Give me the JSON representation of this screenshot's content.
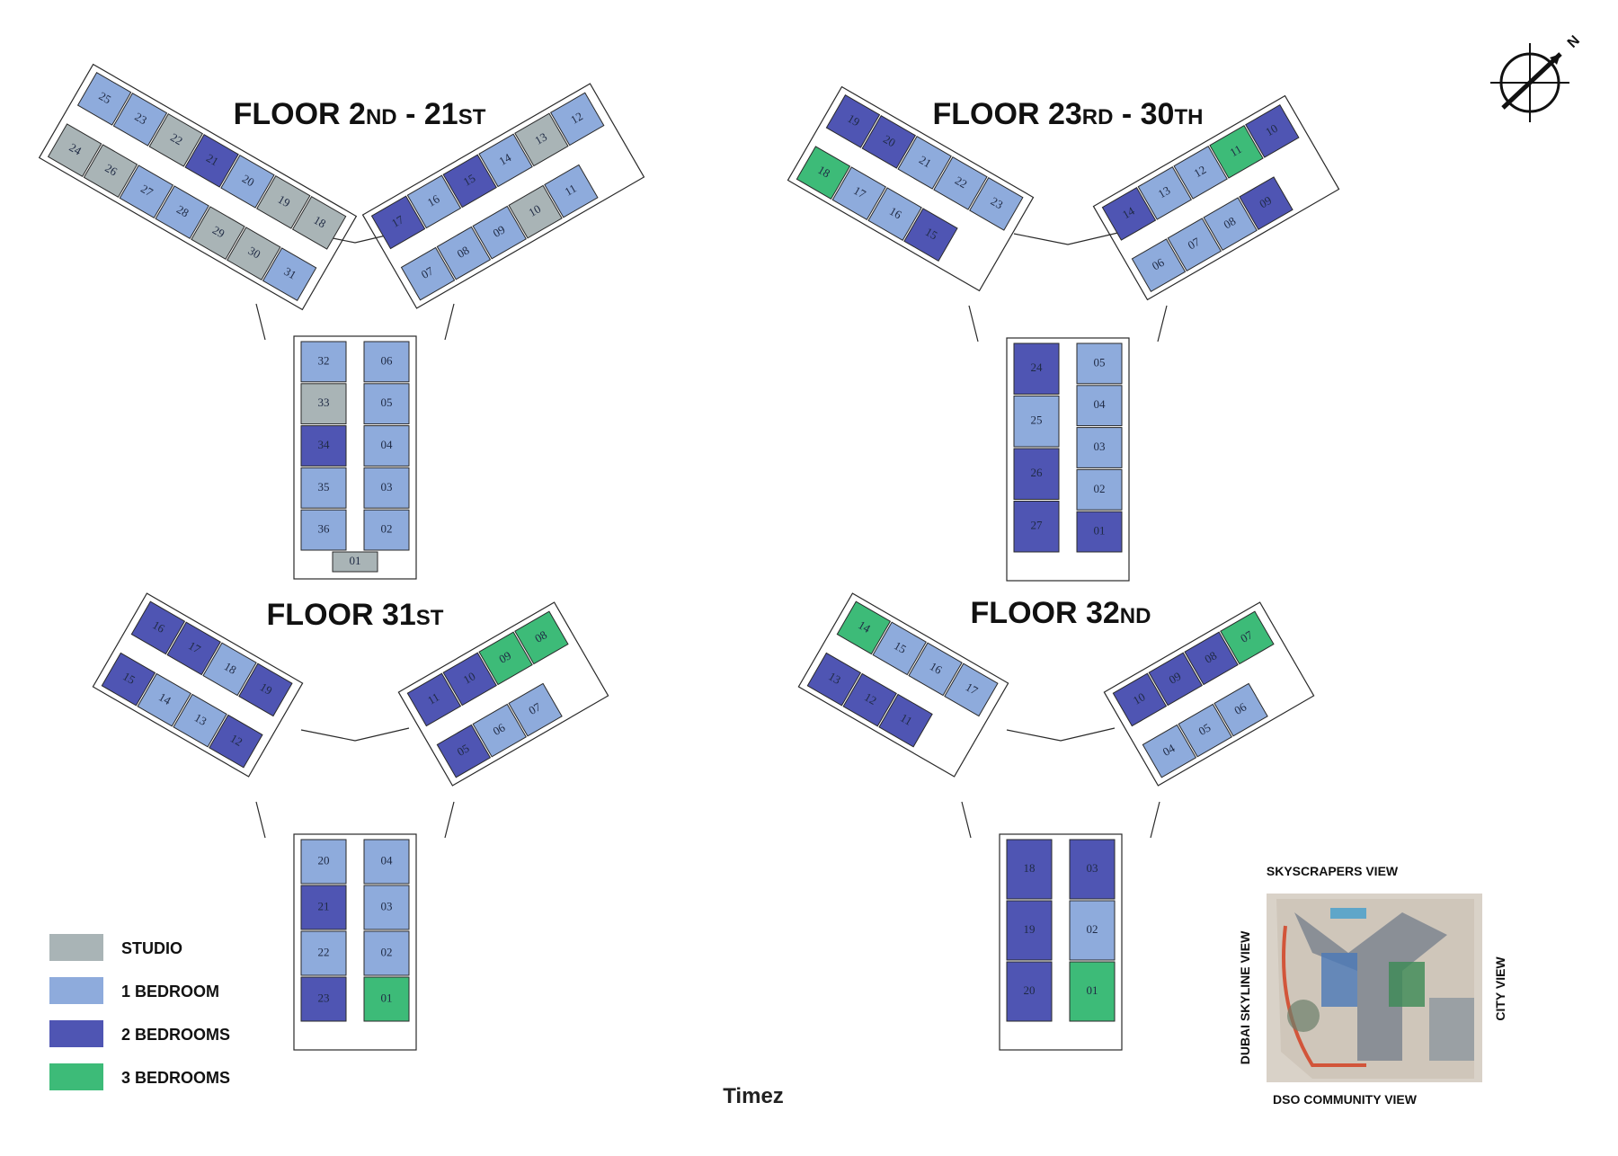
{
  "colors": {
    "studio": "#a9b4b6",
    "one_bedroom": "#8eabdc",
    "two_bedrooms": "#4f55b3",
    "three_bedrooms": "#3dbb78",
    "outline": "#2a2a2a"
  },
  "compass_icon": "north-arrow-icon",
  "compass_letter": "N",
  "legend": [
    {
      "label": "STUDIO",
      "type": "studio"
    },
    {
      "label": "1 BEDROOM",
      "type": "one_bedroom"
    },
    {
      "label": "2 BEDROOMS",
      "type": "two_bedrooms"
    },
    {
      "label": "3 BEDROOMS",
      "type": "three_bedrooms"
    }
  ],
  "caption": "Timez",
  "site_plan": {
    "top_label": "SKYSCRAPERS VIEW",
    "left_label": "DUBAI SKYLINE VIEW",
    "right_label": "CITY VIEW",
    "bottom_label": "DSO COMMUNITY VIEW"
  },
  "floors": [
    {
      "id": "f2_21",
      "title": "FLOOR 2",
      "title_sup": "ND",
      "title_mid": " - 21",
      "title_sup2": "ST",
      "left_wing": [
        {
          "n": "25",
          "t": "one_bedroom"
        },
        {
          "n": "24",
          "t": "studio"
        },
        {
          "n": "23",
          "t": "one_bedroom"
        },
        {
          "n": "26",
          "t": "studio"
        },
        {
          "n": "22",
          "t": "studio"
        },
        {
          "n": "27",
          "t": "one_bedroom"
        },
        {
          "n": "21",
          "t": "two_bedrooms"
        },
        {
          "n": "28",
          "t": "one_bedroom"
        },
        {
          "n": "20",
          "t": "one_bedroom"
        },
        {
          "n": "29",
          "t": "studio"
        },
        {
          "n": "19",
          "t": "studio"
        },
        {
          "n": "30",
          "t": "studio"
        },
        {
          "n": "18",
          "t": "studio"
        },
        {
          "n": "31",
          "t": "one_bedroom"
        }
      ],
      "right_wing": [
        {
          "n": "17",
          "t": "two_bedrooms"
        },
        {
          "n": "07",
          "t": "one_bedroom"
        },
        {
          "n": "16",
          "t": "one_bedroom"
        },
        {
          "n": "08",
          "t": "one_bedroom"
        },
        {
          "n": "15",
          "t": "two_bedrooms"
        },
        {
          "n": "09",
          "t": "one_bedroom"
        },
        {
          "n": "14",
          "t": "one_bedroom"
        },
        {
          "n": "10",
          "t": "studio"
        },
        {
          "n": "13",
          "t": "studio"
        },
        {
          "n": "11",
          "t": "one_bedroom"
        },
        {
          "n": "12",
          "t": "one_bedroom"
        }
      ],
      "stem_left": [
        {
          "n": "32",
          "t": "one_bedroom"
        },
        {
          "n": "33",
          "t": "studio"
        },
        {
          "n": "34",
          "t": "two_bedrooms"
        },
        {
          "n": "35",
          "t": "one_bedroom"
        },
        {
          "n": "36",
          "t": "one_bedroom"
        }
      ],
      "stem_right": [
        {
          "n": "06",
          "t": "one_bedroom"
        },
        {
          "n": "05",
          "t": "one_bedroom"
        },
        {
          "n": "04",
          "t": "one_bedroom"
        },
        {
          "n": "03",
          "t": "one_bedroom"
        },
        {
          "n": "02",
          "t": "one_bedroom"
        }
      ],
      "stem_bottom": [
        {
          "n": "01",
          "t": "studio"
        }
      ]
    },
    {
      "id": "f23_30",
      "title": "FLOOR 23",
      "title_sup": "RD",
      "title_mid": " - 30",
      "title_sup2": "TH",
      "left_wing": [
        {
          "n": "19",
          "t": "two_bedrooms"
        },
        {
          "n": "18",
          "t": "three_bedrooms"
        },
        {
          "n": "20",
          "t": "two_bedrooms"
        },
        {
          "n": "17",
          "t": "one_bedroom"
        },
        {
          "n": "21",
          "t": "one_bedroom"
        },
        {
          "n": "16",
          "t": "one_bedroom"
        },
        {
          "n": "22",
          "t": "one_bedroom"
        },
        {
          "n": "15",
          "t": "two_bedrooms"
        },
        {
          "n": "23",
          "t": "one_bedroom"
        }
      ],
      "right_wing": [
        {
          "n": "14",
          "t": "two_bedrooms"
        },
        {
          "n": "06",
          "t": "one_bedroom"
        },
        {
          "n": "13",
          "t": "one_bedroom"
        },
        {
          "n": "07",
          "t": "one_bedroom"
        },
        {
          "n": "12",
          "t": "one_bedroom"
        },
        {
          "n": "08",
          "t": "one_bedroom"
        },
        {
          "n": "11",
          "t": "three_bedrooms"
        },
        {
          "n": "09",
          "t": "two_bedrooms"
        },
        {
          "n": "10",
          "t": "two_bedrooms"
        }
      ],
      "stem_left": [
        {
          "n": "24",
          "t": "two_bedrooms"
        },
        {
          "n": "25",
          "t": "one_bedroom"
        },
        {
          "n": "26",
          "t": "two_bedrooms"
        },
        {
          "n": "27",
          "t": "two_bedrooms"
        }
      ],
      "stem_right": [
        {
          "n": "05",
          "t": "one_bedroom"
        },
        {
          "n": "04",
          "t": "one_bedroom"
        },
        {
          "n": "03",
          "t": "one_bedroom"
        },
        {
          "n": "02",
          "t": "one_bedroom"
        },
        {
          "n": "01",
          "t": "two_bedrooms"
        }
      ],
      "stem_bottom": []
    },
    {
      "id": "f31",
      "title": "FLOOR 31",
      "title_sup": "ST",
      "title_mid": "",
      "title_sup2": "",
      "left_wing": [
        {
          "n": "16",
          "t": "two_bedrooms"
        },
        {
          "n": "15",
          "t": "two_bedrooms"
        },
        {
          "n": "17",
          "t": "two_bedrooms"
        },
        {
          "n": "14",
          "t": "one_bedroom"
        },
        {
          "n": "18",
          "t": "one_bedroom"
        },
        {
          "n": "13",
          "t": "one_bedroom"
        },
        {
          "n": "19",
          "t": "two_bedrooms"
        },
        {
          "n": "12",
          "t": "two_bedrooms"
        }
      ],
      "right_wing": [
        {
          "n": "11",
          "t": "two_bedrooms"
        },
        {
          "n": "05",
          "t": "two_bedrooms"
        },
        {
          "n": "10",
          "t": "two_bedrooms"
        },
        {
          "n": "06",
          "t": "one_bedroom"
        },
        {
          "n": "09",
          "t": "three_bedrooms"
        },
        {
          "n": "07",
          "t": "one_bedroom"
        },
        {
          "n": "08",
          "t": "three_bedrooms"
        }
      ],
      "stem_left": [
        {
          "n": "20",
          "t": "one_bedroom"
        },
        {
          "n": "21",
          "t": "two_bedrooms"
        },
        {
          "n": "22",
          "t": "one_bedroom"
        },
        {
          "n": "23",
          "t": "two_bedrooms"
        }
      ],
      "stem_right": [
        {
          "n": "04",
          "t": "one_bedroom"
        },
        {
          "n": "03",
          "t": "one_bedroom"
        },
        {
          "n": "02",
          "t": "one_bedroom"
        },
        {
          "n": "01",
          "t": "three_bedrooms"
        }
      ],
      "stem_bottom": []
    },
    {
      "id": "f32",
      "title": "FLOOR 32",
      "title_sup": "ND",
      "title_mid": "",
      "title_sup2": "",
      "left_wing": [
        {
          "n": "14",
          "t": "three_bedrooms"
        },
        {
          "n": "13",
          "t": "two_bedrooms"
        },
        {
          "n": "15",
          "t": "one_bedroom"
        },
        {
          "n": "12",
          "t": "two_bedrooms"
        },
        {
          "n": "16",
          "t": "one_bedroom"
        },
        {
          "n": "11",
          "t": "two_bedrooms"
        },
        {
          "n": "17",
          "t": "one_bedroom"
        }
      ],
      "right_wing": [
        {
          "n": "10",
          "t": "two_bedrooms"
        },
        {
          "n": "04",
          "t": "one_bedroom"
        },
        {
          "n": "09",
          "t": "two_bedrooms"
        },
        {
          "n": "05",
          "t": "one_bedroom"
        },
        {
          "n": "08",
          "t": "two_bedrooms"
        },
        {
          "n": "06",
          "t": "one_bedroom"
        },
        {
          "n": "07",
          "t": "three_bedrooms"
        }
      ],
      "stem_left": [
        {
          "n": "18",
          "t": "two_bedrooms"
        },
        {
          "n": "19",
          "t": "two_bedrooms"
        },
        {
          "n": "20",
          "t": "two_bedrooms"
        }
      ],
      "stem_right": [
        {
          "n": "03",
          "t": "two_bedrooms"
        },
        {
          "n": "02",
          "t": "one_bedroom"
        },
        {
          "n": "01",
          "t": "three_bedrooms"
        }
      ],
      "stem_bottom": []
    }
  ]
}
